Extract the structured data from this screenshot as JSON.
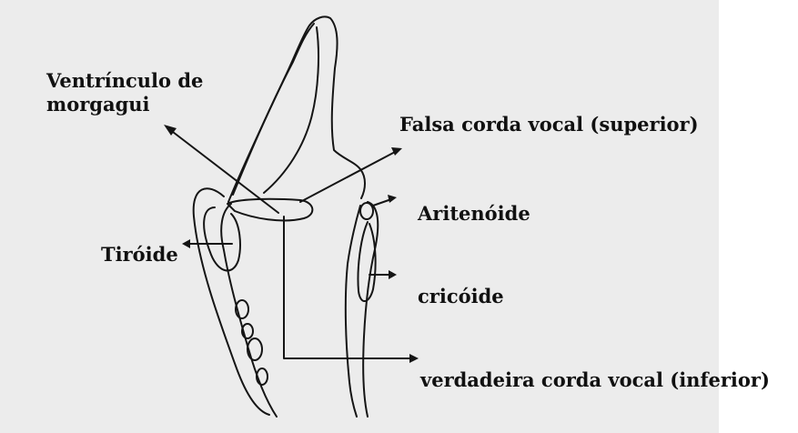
{
  "labels": {
    "ventriculo_line1": "Ventrínculo de",
    "ventriculo_line2": "morgagui",
    "falsa_corda": "Falsa corda vocal (superior)",
    "aritenoide": "Aritenóide",
    "tiroide": "Tiróide",
    "cricoide": "cricóide",
    "verdadeira_corda": "verdadeira corda vocal (inferior)"
  },
  "colors": {
    "paper": "#ececec",
    "background": "#ffffff",
    "ink": "#151515"
  }
}
